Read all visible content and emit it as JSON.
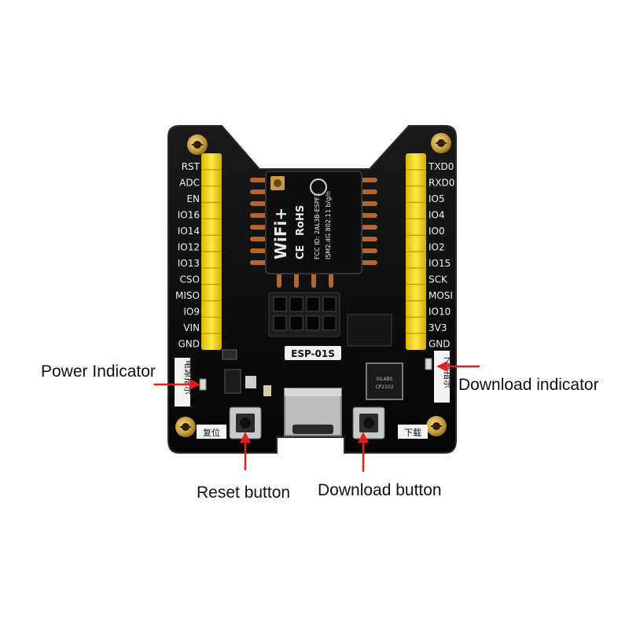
{
  "board": {
    "module_label": "ESP-01S",
    "chip_lines": [
      "FCC ID: 2AL3B-ESPF1",
      "ISM2.4G  802.11 b/g/n"
    ],
    "wifi_text": "WiFi+",
    "rohs_text": "RoHS",
    "ce_text": "CE",
    "left_pins": [
      "RST",
      "ADC",
      "EN",
      "IO16",
      "IO14",
      "IO12",
      "IO13",
      "CSO",
      "MISO",
      "IO9",
      "VIN",
      "GND"
    ],
    "right_pins": [
      "TXD0",
      "RXD0",
      "IO5",
      "IO4",
      "IO0",
      "IO2",
      "IO15",
      "SCK",
      "MOSI",
      "IO10",
      "3V3",
      "GND"
    ],
    "cn_power": "电源指示",
    "cn_reset": "复位",
    "cn_download_ind": "下载指示",
    "cn_download": "下载"
  },
  "callouts": {
    "power_indicator": "Power Indicator",
    "download_indicator": "Download indicator",
    "reset_button": "Reset button",
    "download_button": "Download button"
  },
  "colors": {
    "pcb": "#111111",
    "header": "#f5d800",
    "pad": "#c9a34a",
    "arrow": "#e0201e"
  }
}
